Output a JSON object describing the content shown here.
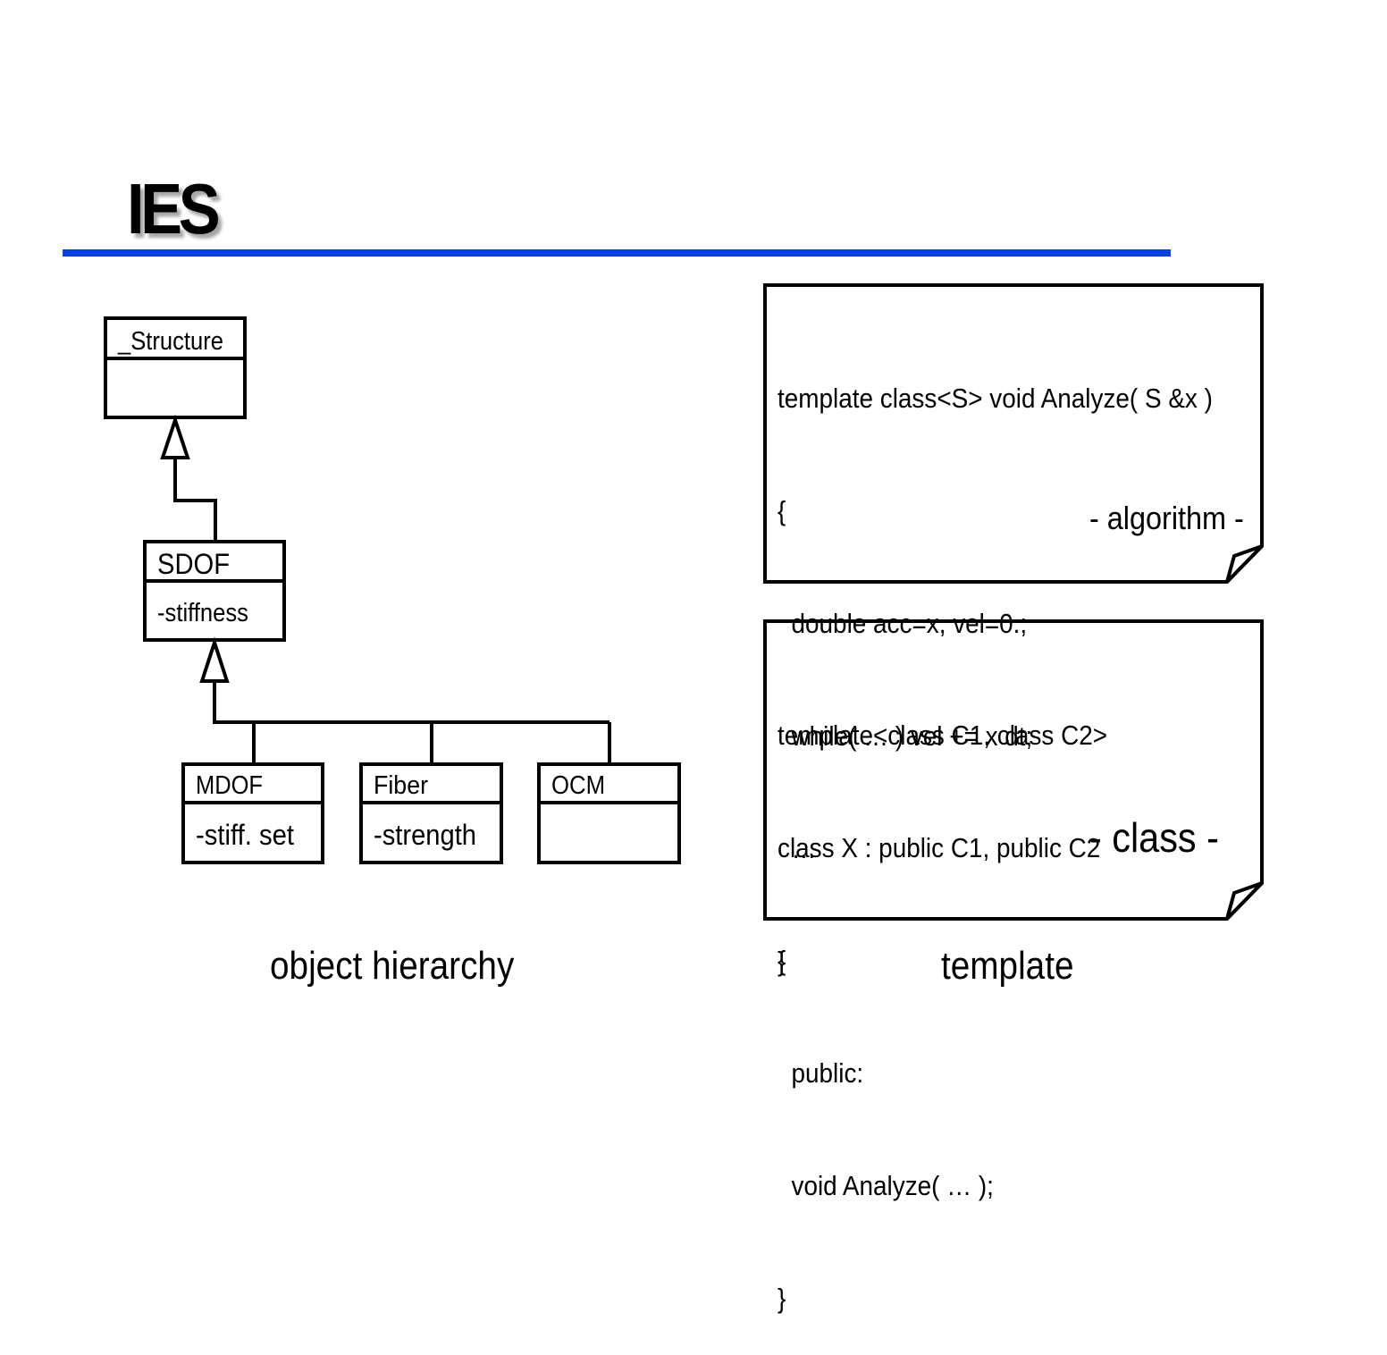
{
  "slide": {
    "title": "IES",
    "accent_color": "#0a3fe0"
  },
  "hierarchy": {
    "caption": "object hierarchy",
    "classes": {
      "structure": {
        "name": "_Structure",
        "attribute": ""
      },
      "sdof": {
        "name": "SDOF",
        "attribute": "-stiffness"
      },
      "mdof": {
        "name": "MDOF",
        "attribute": "-stiff. set"
      },
      "fiber": {
        "name": "Fiber",
        "attribute": "-strength"
      },
      "ocm": {
        "name": "OCM",
        "attribute": ""
      }
    },
    "relations": [
      {
        "child": "SDOF",
        "parent": "_Structure",
        "type": "inheritance"
      },
      {
        "child": "MDOF",
        "parent": "SDOF",
        "type": "inheritance"
      },
      {
        "child": "Fiber",
        "parent": "SDOF",
        "type": "inheritance"
      },
      {
        "child": "OCM",
        "parent": "SDOF",
        "type": "inheritance"
      }
    ]
  },
  "template": {
    "caption": "template",
    "notes": [
      {
        "label": "- algorithm -",
        "lines": [
          "template class<S> void Analyze( S &x )",
          "{",
          "  double acc=x, vel=0.;",
          "  while( … ) vel += x dt;",
          "  …",
          "}"
        ]
      },
      {
        "label": "- class -",
        "lines": [
          "template<class C1, class C2>",
          "class X : public C1, public C2",
          "{",
          "  public:",
          "  void Analyze( … );",
          "}"
        ]
      }
    ]
  }
}
